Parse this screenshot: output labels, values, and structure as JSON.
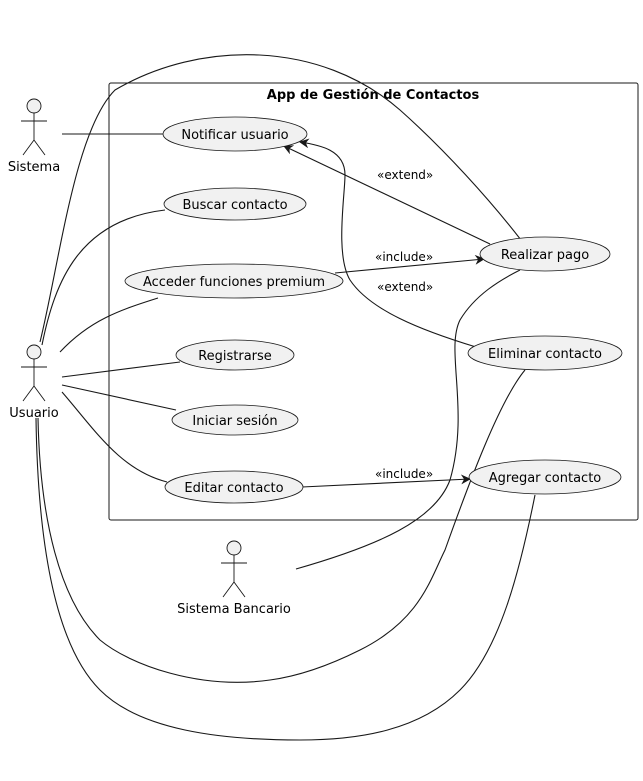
{
  "system": {
    "title": "App de Gestión de Contactos"
  },
  "actors": {
    "sistema": "Sistema",
    "usuario": "Usuario",
    "banco": "Sistema Bancario"
  },
  "use_cases": {
    "notificar": "Notificar usuario",
    "buscar": "Buscar contacto",
    "acceder": "Acceder funciones premium",
    "registrarse": "Registrarse",
    "iniciar": "Iniciar sesión",
    "editar": "Editar contacto",
    "pago": "Realizar pago",
    "eliminar": "Eliminar contacto",
    "agregar": "Agregar contacto"
  },
  "relations": {
    "extend_pago": "«extend»",
    "include_acceder": "«include»",
    "extend_eliminar": "«extend»",
    "include_editar": "«include»"
  }
}
